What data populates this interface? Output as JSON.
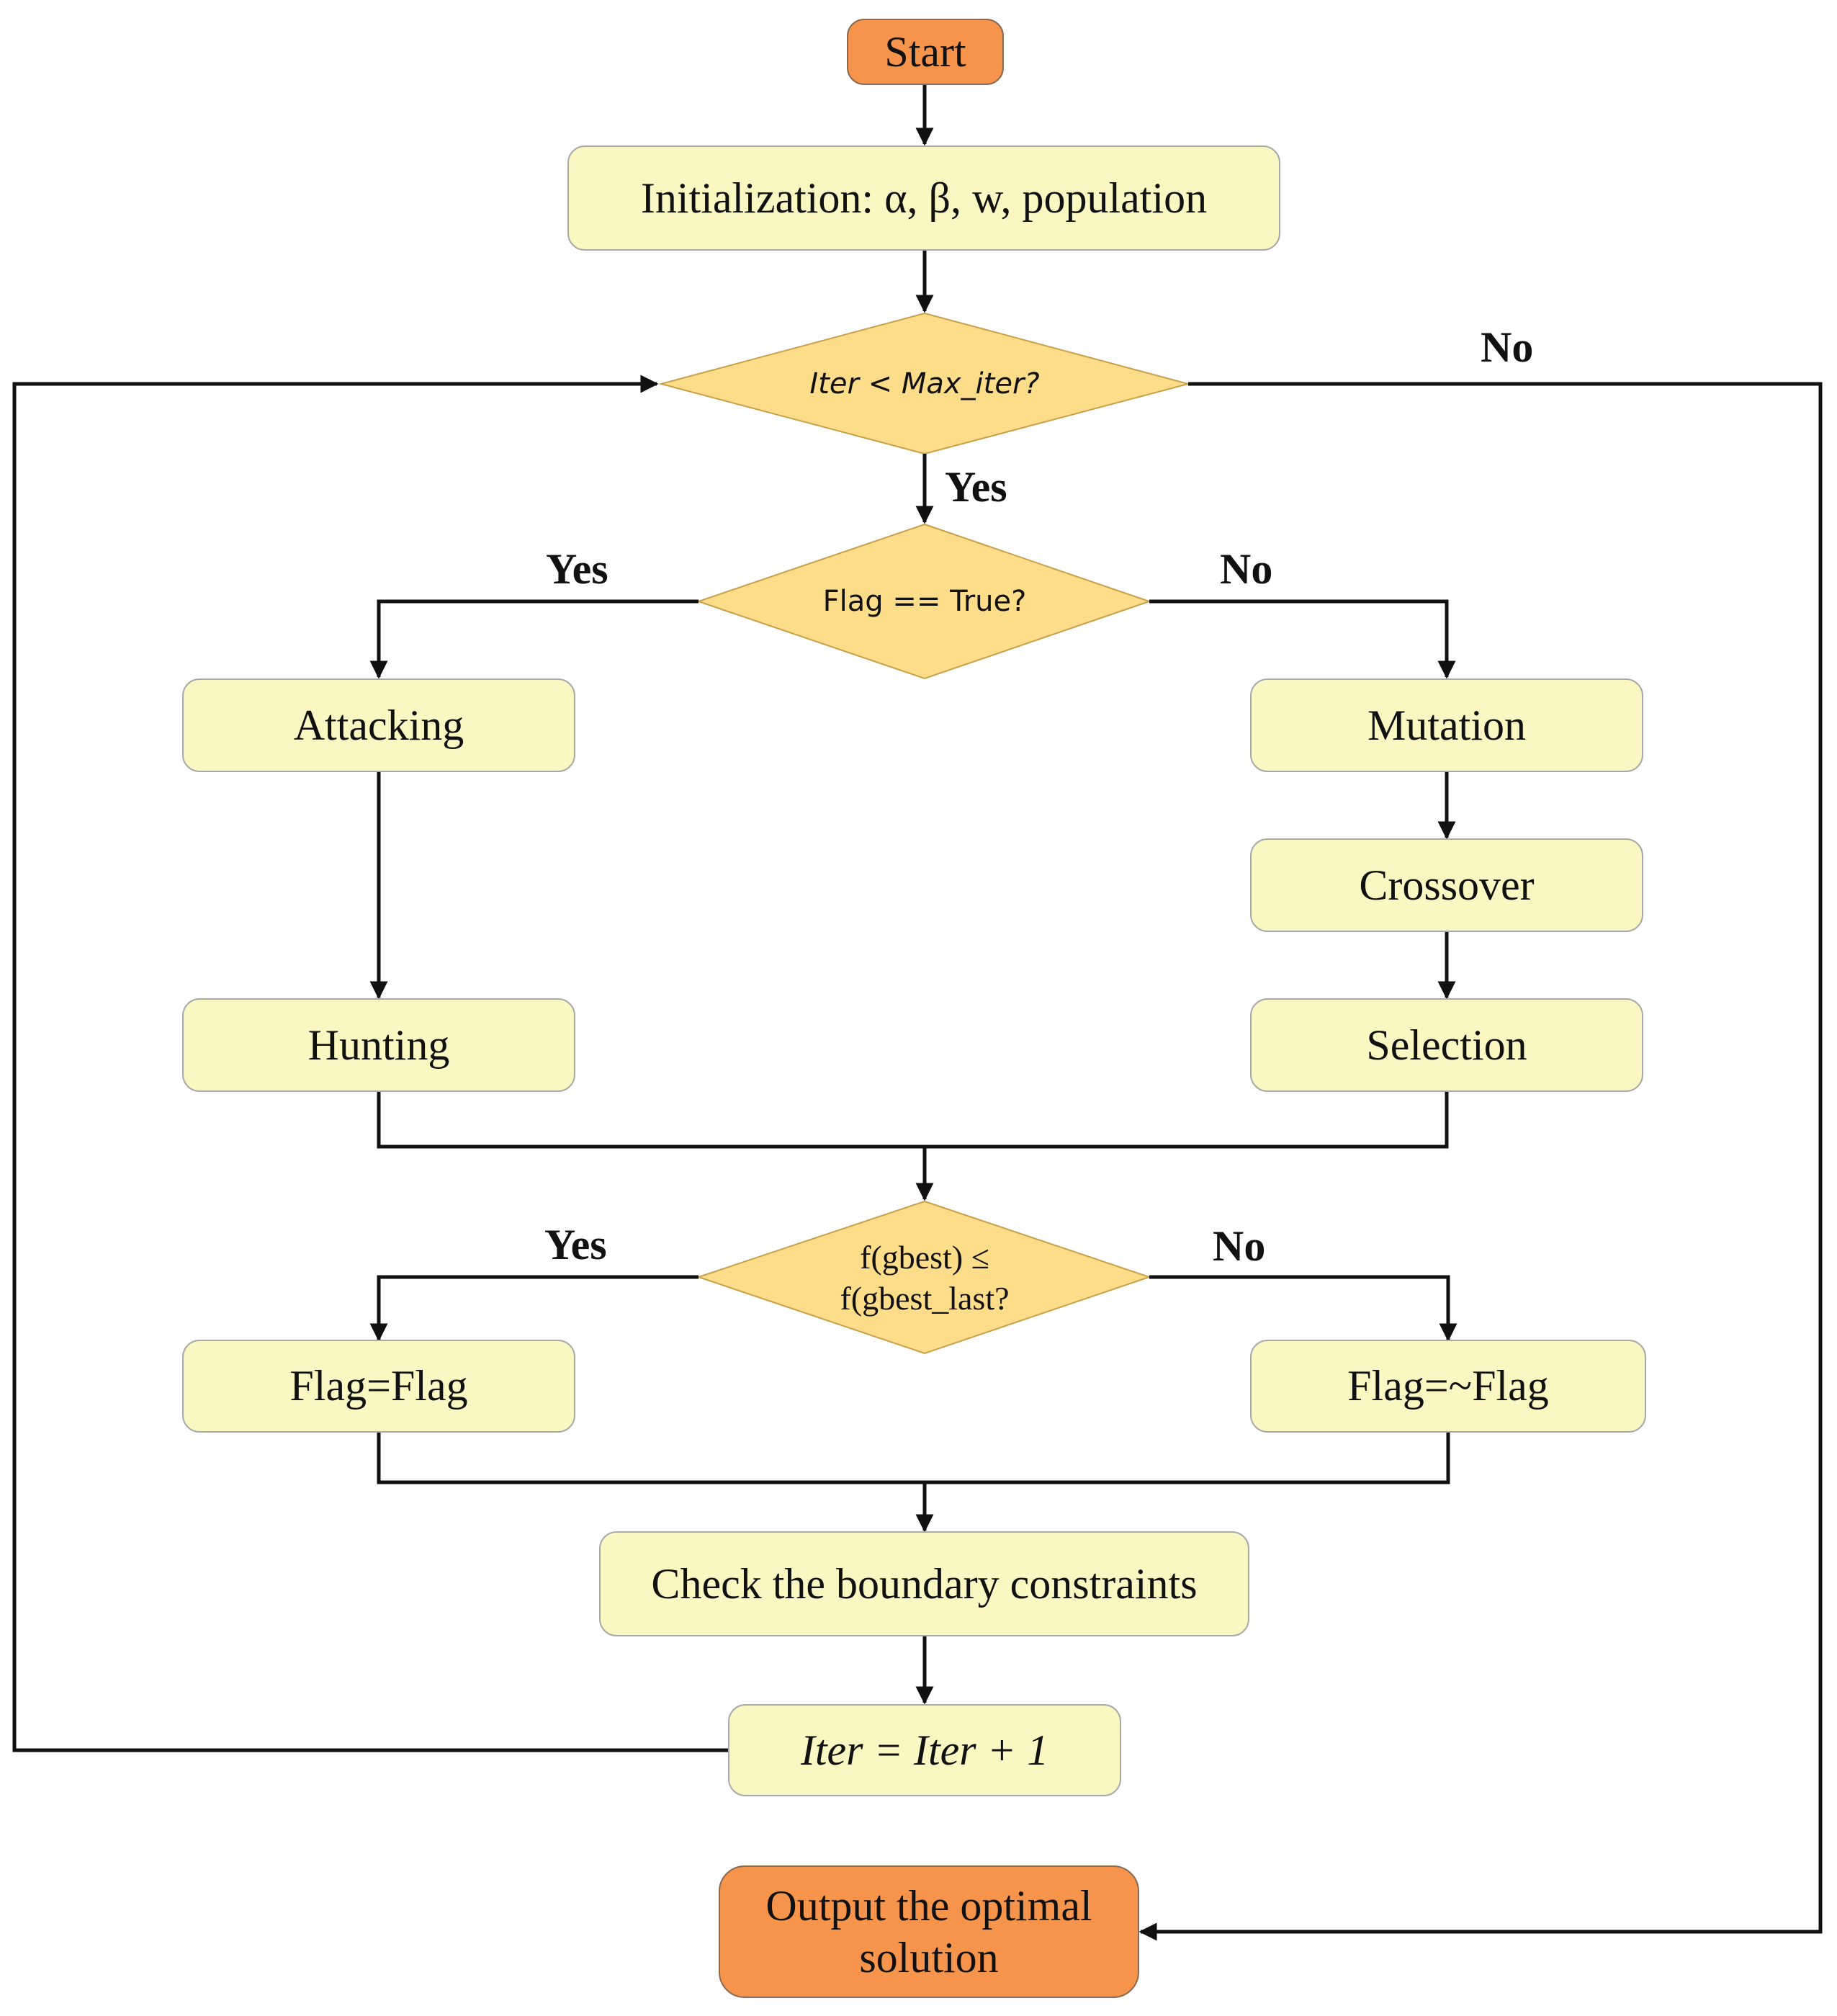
{
  "nodes": {
    "start": "Start",
    "init": "Initialization: α, β, w, population",
    "iter_check": "Iter < Max_iter?",
    "flag_check": "Flag == True?",
    "attacking": "Attacking",
    "hunting": "Hunting",
    "mutation": "Mutation",
    "crossover": "Crossover",
    "selection": "Selection",
    "gbest_check_line1": "f(gbest) ≤",
    "gbest_check_line2": "f(gbest_last?",
    "flag_keep": "Flag=Flag",
    "flag_flip": "Flag=~Flag",
    "boundary": "Check the boundary constraints",
    "iter_inc": "Iter = Iter + 1",
    "output_line1": "Output the optimal",
    "output_line2": "solution"
  },
  "labels": {
    "iter_no": "No",
    "iter_yes": "Yes",
    "flag_yes": "Yes",
    "flag_no": "No",
    "gbest_yes": "Yes",
    "gbest_no": "No"
  },
  "colors": {
    "process_fill": "#fbf7c3",
    "terminal_fill": "#f5944a",
    "decision_fill": "#fddc8a",
    "line": "#111111"
  }
}
